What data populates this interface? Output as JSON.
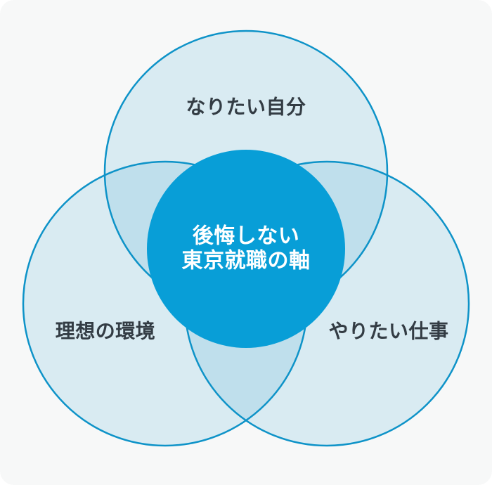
{
  "diagram": {
    "type": "venn",
    "center": {
      "line1": "後悔しない",
      "line2": "東京就職の軸"
    },
    "circles": [
      {
        "position": "top",
        "label": "なりたい自分"
      },
      {
        "position": "bottom-left",
        "label": "理想の環境"
      },
      {
        "position": "bottom-right",
        "label": "やりたい仕事"
      }
    ]
  },
  "colors": {
    "page-bg": "#ffffff",
    "card-bg": "#f7f8f8",
    "circle-stroke": "#0e93c8",
    "circle-fill": "#0e93c8",
    "center-fill": "#089ed7",
    "label-text": "#333c44",
    "center-text": "#ffffff"
  }
}
